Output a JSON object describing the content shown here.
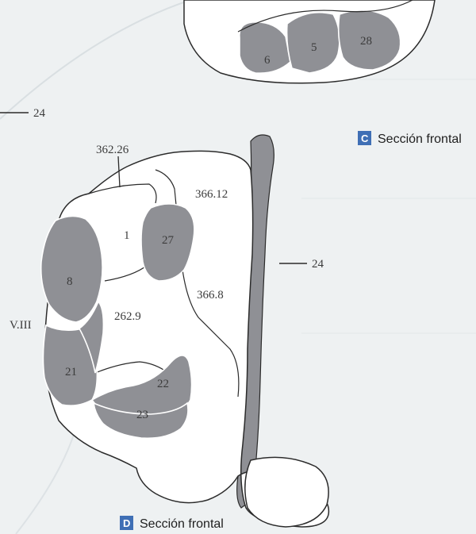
{
  "panel_c": {
    "badge": "C",
    "caption": "Sección frontal",
    "labels": {
      "r6": "6",
      "r5": "5",
      "r28": "28",
      "r24": "24"
    }
  },
  "panel_d": {
    "badge": "D",
    "caption": "Sección frontal",
    "labels": {
      "a362_26": "362.26",
      "a366_12": "366.12",
      "r1": "1",
      "r27": "27",
      "r24": "24",
      "r8": "8",
      "a366_8": "366.8",
      "a262_9": "262.9",
      "vIII": "V.III",
      "r21": "21",
      "r22": "22",
      "r23": "23"
    }
  },
  "colors": {
    "badge": "#3f6fb5",
    "structure": "#8f9095",
    "background": "#eef1f2"
  }
}
